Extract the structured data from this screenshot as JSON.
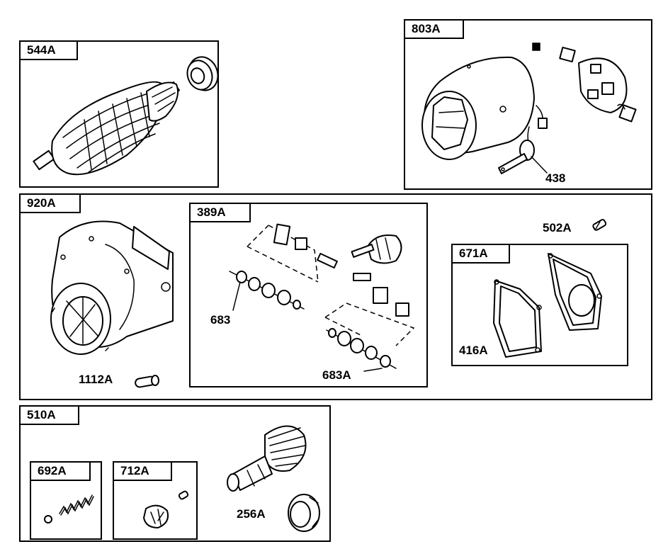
{
  "boxes": {
    "b544": {
      "code": "544A"
    },
    "b803": {
      "code": "803A",
      "part": "438"
    },
    "b920": {
      "code": "920A",
      "part": "1112A"
    },
    "b389": {
      "code": "389A",
      "part_left": "683",
      "part_right": "683A"
    },
    "b502": {
      "part": "502A"
    },
    "b671": {
      "code": "671A",
      "part": "416A"
    },
    "b510": {
      "code": "510A",
      "part": "256A"
    },
    "b692": {
      "code": "692A"
    },
    "b712": {
      "code": "712A"
    }
  }
}
